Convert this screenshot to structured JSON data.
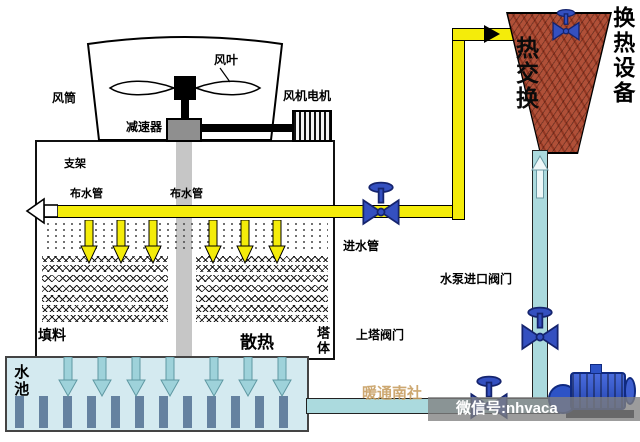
{
  "colors": {
    "pipe-yellow": "#f4ec0a",
    "pipe-cyan": "#abdade",
    "pool-blue": "#d4eaf0",
    "brick": "#b05038",
    "valve-blue": "#3450c0",
    "valve-dark": "#15246e",
    "pump-blue": "#2d53c6",
    "column-gray": "#c6c6c6",
    "reducer-gray": "#8f8f8f",
    "watermark-tan": "#c89f62",
    "arrow-teal": "#9ed2da"
  },
  "cooling_tower": {
    "fan_blade": "风叶",
    "fan_duct": "风筒",
    "fan_motor": "风机电机",
    "reducer": "减速器",
    "support": "支架",
    "dist_pipe_left": "布水管",
    "dist_pipe_right": "布水管",
    "fill": "填料",
    "heat_dissipation": "散热",
    "tower_body": "塔体",
    "pool": "水池"
  },
  "piping": {
    "inlet_pipe": "进水管",
    "upper_tower_valve": "上塔阀门",
    "pump_inlet_valve": "水泵进口阀门"
  },
  "heat_exchanger": {
    "name": "热交换",
    "equipment": "换热设备"
  },
  "watermark": {
    "brand": "暖通南社",
    "wechat": "微信号:nhvaca"
  }
}
